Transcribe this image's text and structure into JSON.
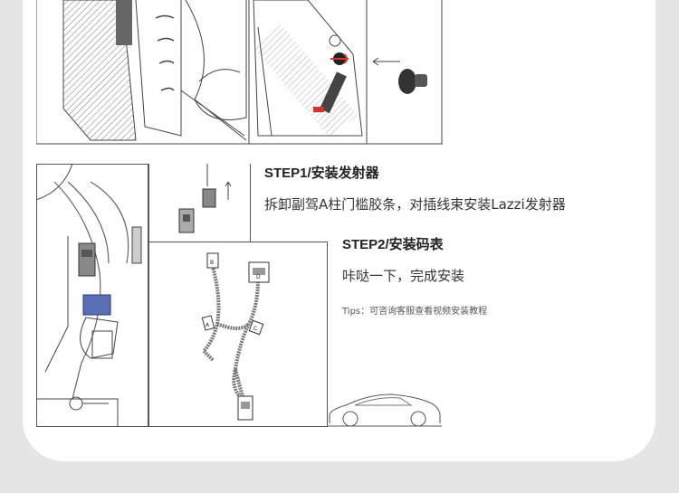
{
  "steps": [
    {
      "title": "STEP1/安装发射器",
      "desc": "拆卸副驾A柱门槛胶条，对插线束安装Lazzi发射器"
    },
    {
      "title": "STEP2/安装码表",
      "desc": "咔哒一下，完成安装"
    }
  ],
  "tips": "Tips：可咨询客服查看视频安装教程",
  "harness_labels": [
    "B",
    "D",
    "A",
    "C"
  ],
  "colors": {
    "background": "#e5e5e5",
    "card": "#ffffff",
    "connector_blue": "#5a6fb5",
    "arrow_red": "#d8332a"
  }
}
